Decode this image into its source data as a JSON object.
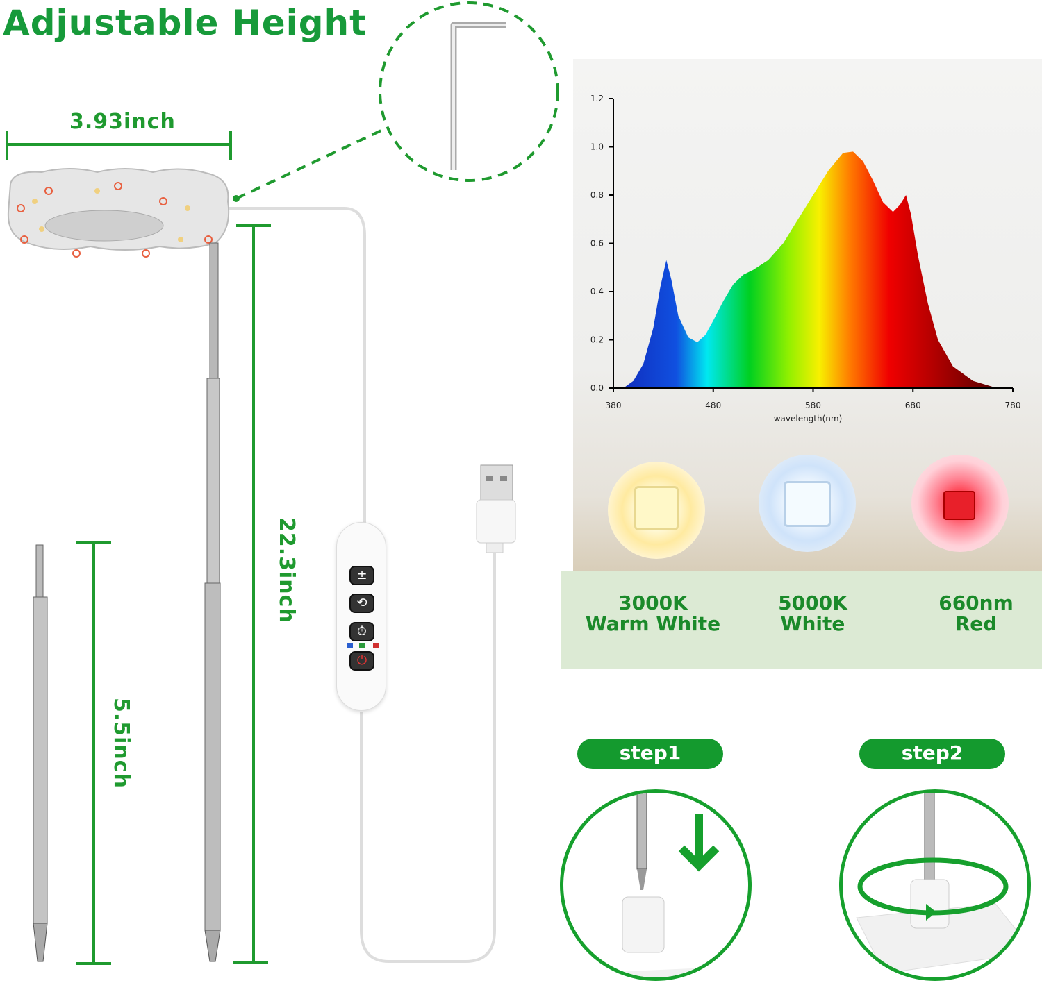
{
  "title": "Adjustable Height",
  "dimensions": {
    "ring_width": "3.93inch",
    "pole_height": "22.3inch",
    "stake_length": "5.5inch"
  },
  "controller": {
    "buttons": [
      {
        "icon": "plus-minus-icon",
        "symbol": "±"
      },
      {
        "icon": "cycle-icon",
        "symbol": "⟲"
      },
      {
        "icon": "timer-icon",
        "symbol": "⏱"
      },
      {
        "icon": "power-icon",
        "symbol": "⏻"
      }
    ],
    "indicator_colors": [
      "#2a5fd0",
      "#2a9a3a",
      "#d03030"
    ]
  },
  "chart_data": {
    "type": "area",
    "title": "",
    "xlabel": "wavelength(nm)",
    "ylabel": "",
    "xlim": [
      380,
      780
    ],
    "ylim": [
      0,
      1.2
    ],
    "xticks": [
      "380",
      "480",
      "580",
      "680",
      "780"
    ],
    "yticks": [
      "0.0",
      "0.2",
      "0.4",
      "0.6",
      "0.8",
      "1.0",
      "1.2"
    ],
    "x": [
      390,
      400,
      410,
      420,
      427,
      433,
      438,
      445,
      455,
      464,
      472,
      480,
      490,
      500,
      510,
      520,
      535,
      550,
      565,
      580,
      595,
      610,
      620,
      630,
      640,
      650,
      660,
      667,
      673,
      678,
      685,
      695,
      705,
      720,
      740,
      760,
      780
    ],
    "y": [
      0,
      0.03,
      0.1,
      0.25,
      0.42,
      0.53,
      0.45,
      0.3,
      0.21,
      0.19,
      0.22,
      0.28,
      0.36,
      0.43,
      0.47,
      0.49,
      0.53,
      0.6,
      0.7,
      0.8,
      0.9,
      0.975,
      0.98,
      0.94,
      0.86,
      0.77,
      0.73,
      0.76,
      0.8,
      0.72,
      0.55,
      0.35,
      0.2,
      0.09,
      0.03,
      0.005,
      0
    ]
  },
  "colors": {
    "brand_green": "#179a3a",
    "warm_white": "#fff3c0",
    "white": "#dfefff",
    "red": "#e8202a"
  },
  "leds": [
    {
      "temp": "3000K",
      "name": "Warm White"
    },
    {
      "temp": "5000K",
      "name": "White"
    },
    {
      "temp": "660nm",
      "name": "Red"
    }
  ],
  "steps": [
    {
      "label": "step1"
    },
    {
      "label": "step2"
    }
  ]
}
